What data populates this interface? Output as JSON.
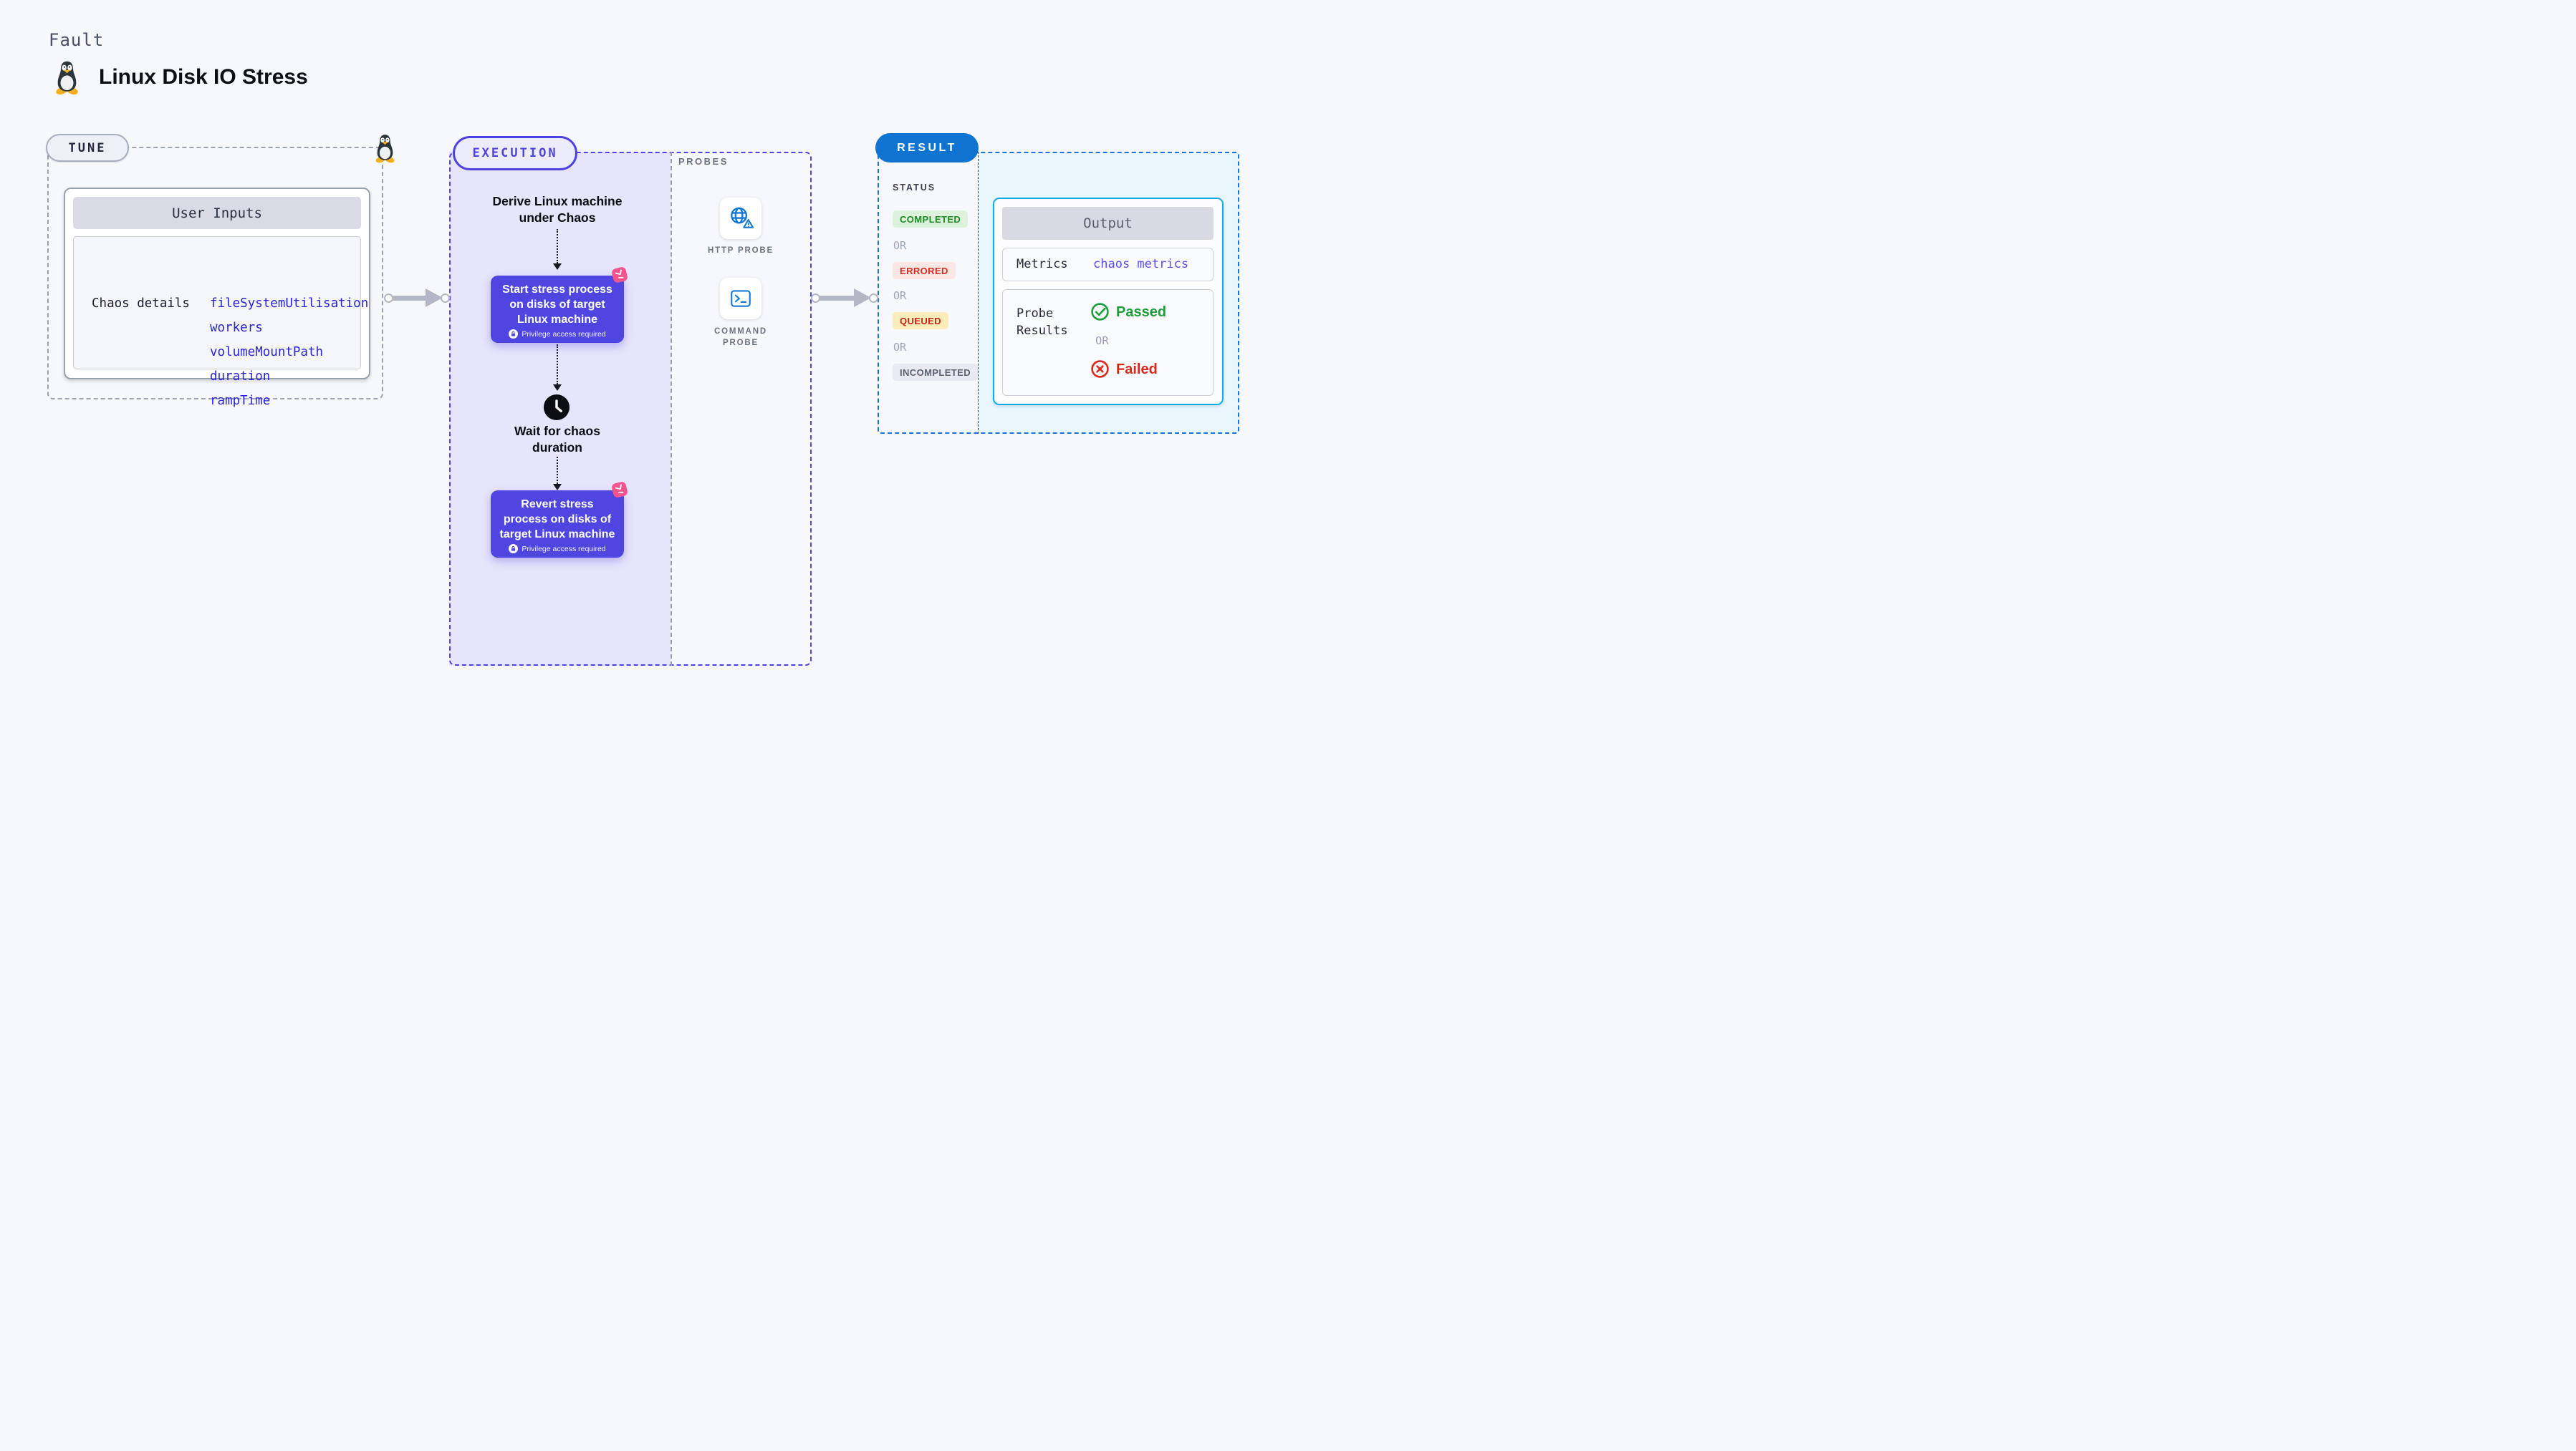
{
  "page": {
    "kicker": "Fault",
    "title": "Linux Disk IO Stress"
  },
  "tune": {
    "badge": "TUNE",
    "card": {
      "title": "User Inputs",
      "row_label": "Chaos details",
      "values": [
        "fileSystemUtilisation",
        "workers",
        "volumeMountPath",
        "duration",
        "rampTime"
      ]
    }
  },
  "execution": {
    "badge": "EXECUTION",
    "derive_label": "Derive Linux machine under Chaos",
    "start_node": "Start stress process on disks of target Linux machine",
    "wait_label": "Wait for chaos duration",
    "revert_node": "Revert stress process on disks of target Linux machine",
    "privilege_label": "Privilege access required"
  },
  "probes": {
    "heading": "PROBES",
    "items": [
      {
        "label": "HTTP PROBE",
        "icon": "globe-warning-icon"
      },
      {
        "label": "COMMAND PROBE",
        "icon": "terminal-icon"
      }
    ]
  },
  "result": {
    "badge": "RESULT",
    "status_heading": "STATUS",
    "or_label": "OR",
    "statuses": [
      {
        "label": "COMPLETED",
        "fg": "#1d8a27",
        "bg": "#dcf2da"
      },
      {
        "label": "ERRORED",
        "fg": "#d22f25",
        "bg": "#fbe6e6"
      },
      {
        "label": "QUEUED",
        "fg": "#c8251d",
        "bg": "#fbecb9"
      },
      {
        "label": "INCOMPLETED",
        "fg": "#5c6172",
        "bg": "#e9eaf1"
      }
    ],
    "output": {
      "title": "Output",
      "metrics_label": "Metrics",
      "metrics_value": "chaos metrics",
      "probe_results_label": "Probe Results",
      "passed_label": "Passed",
      "failed_label": "Failed"
    }
  },
  "icons": [
    "linux-penguin-icon",
    "lock-icon",
    "clock-icon",
    "chaos-experiment-icon",
    "globe-warning-icon",
    "terminal-icon",
    "check-circle-icon",
    "x-circle-icon",
    "flow-arrow-icon"
  ],
  "colors": {
    "page_bg": "#f7f8fb",
    "indigo": "#4f43df",
    "node_bg": "#4f46e2",
    "purple_fill": "#e7e5fb",
    "pink": "#f6538e",
    "probe_blue": "#1478d2",
    "result_blue": "#0f74d1",
    "result_border": "#1b74d6",
    "cyan_border": "#12abe8",
    "cyan_fill": "#e9f7fd",
    "green": "#1f9d3a",
    "red": "#da291c",
    "value_blue": "#2a23d8",
    "metrics_value_color": "#5a4ff2",
    "arrow_gray": "#b3b7c5",
    "dash_gray": "#9ca3b0"
  }
}
